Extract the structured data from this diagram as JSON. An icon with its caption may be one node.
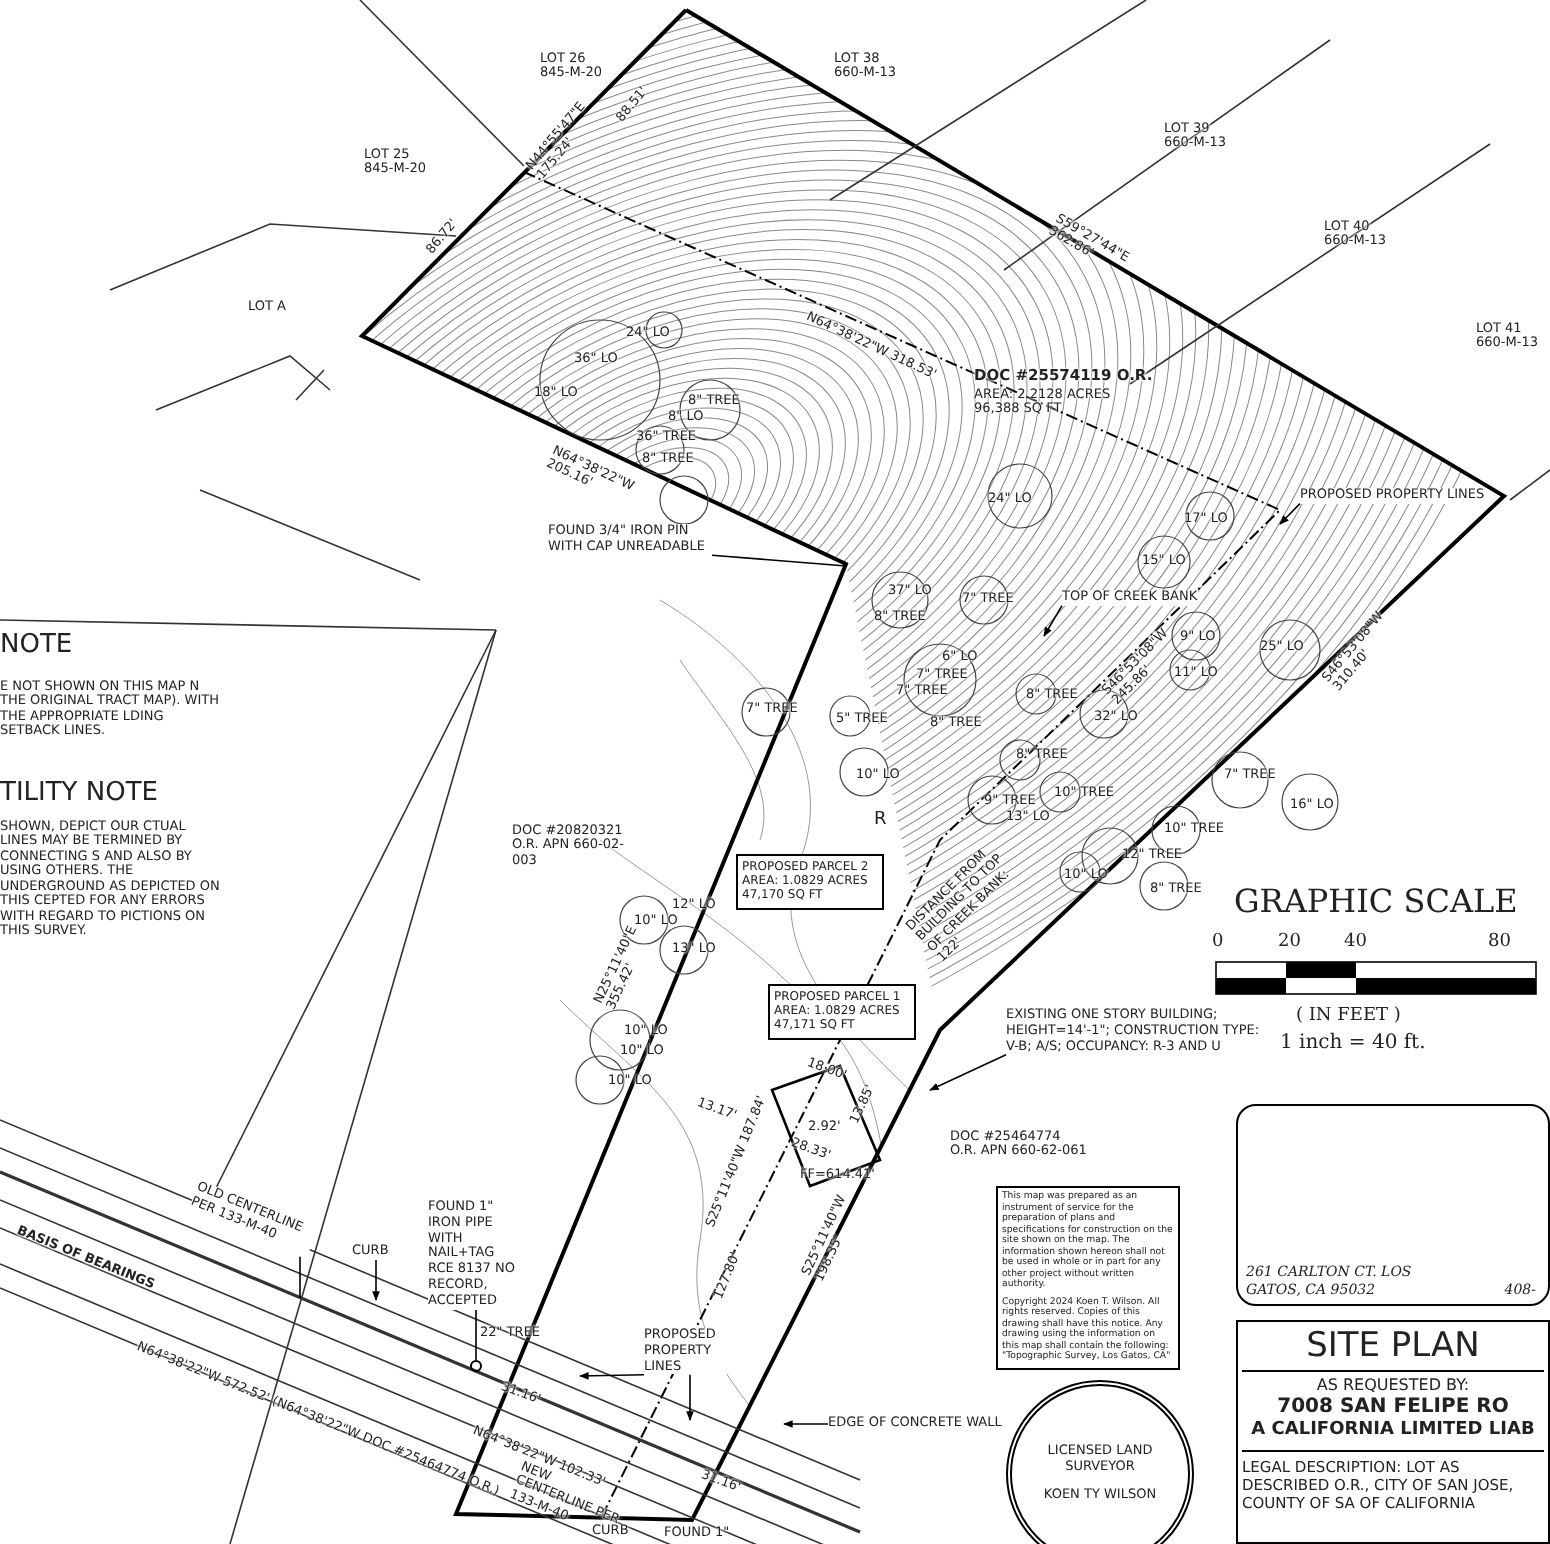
{
  "diagram": {
    "nodes": [
      {
        "text": [
          "FOUND 3/4\" IRON PIN WITH CAP UNREADABLE"
        ]
      },
      {
        "text": [
          "PROPOSED PROPERTY LINES"
        ]
      },
      {
        "text": [
          "TOP OF CREEK BANK"
        ]
      },
      {
        "text": [
          "PROPOSED PARCEL 2 AREA: 1.0829 ACRES 47,170 SQ FT"
        ]
      },
      {
        "text": [
          "PROPOSED PARCEL 1 AREA: 1.0829 ACRES 47,171 SQ FT"
        ]
      },
      {
        "text": [
          "EXISTING ONE STORY BUILDING; HEIGHT=14'-1\"; CONSTRUCTION TYPE: V-B; A/S; OCCUPANCY: R-3 AND U"
        ]
      },
      {
        "text": [
          "This map was prepared as an instrument of service for the preparation of plans and specifications for construction on the site shown on the map. The information shown hereon shall not be used in whole or in part for any other project without written authority.",
          "Copyright 2024 Koen T. Wilson. All rights reserved. Copies of this drawing shall have this notice. Any drawing using the information on this map shall contain the following: \"Topographic Survey, Los Gatos, CA\""
        ]
      },
      {
        "text": [
          "EDGE OF CONCRETE WALL"
        ]
      },
      {
        "text": [
          "OLD CENTERLINE PER 133-M-40"
        ]
      },
      {
        "text": [
          "CURB"
        ]
      },
      {
        "text": [
          "FOUND 1\" IRON PIPE WITH NAIL+TAG RCE 8137 NO RECORD, ACCEPTED"
        ]
      },
      {
        "text": [
          "PROPOSED PROPERTY LINES"
        ]
      },
      {
        "text": [
          "SITE PLAN",
          "AS REQUESTED BY:",
          "7008 SAN FELIPE RO",
          "A CALIFORNIA LIMITED LIAB",
          "LEGAL DESCRIPTION: LOT AS DESCRIBED O.R., CITY OF SAN JOSE, COUNTY OF SA OF CALIFORNIA"
        ]
      },
      {
        "text": [
          "LICENSED LAND SURVEYOR",
          "KOEN TY WILSON"
        ]
      },
      {
        "text": [
          "261 CARLTON CT. LOS GATOS, CA 95032",
          "408-"
        ]
      },
      {
        "text": [],
        "shape": "circle"
      }
    ],
    "edges": [
      {
        "from": 0,
        "to": null,
        "arrow": "none"
      },
      {
        "from": 1,
        "to": null,
        "arrow": "to"
      },
      {
        "from": 2,
        "to": null,
        "arrow": "to"
      },
      {
        "from": 5,
        "to": null,
        "arrow": "to"
      },
      {
        "from": 7,
        "to": null,
        "arrow": "to"
      },
      {
        "from": 8,
        "to": null,
        "arrow": "none"
      },
      {
        "from": 9,
        "to": null,
        "arrow": "to"
      },
      {
        "from": 10,
        "to": 15,
        "arrow": "none"
      },
      {
        "from": 11,
        "to": null,
        "arrow": "to"
      },
      {
        "from": 11,
        "to": null,
        "arrow": "to"
      }
    ],
    "labels": [
      "LOT 26 845-M-20",
      "N44°55'47\"E 175.24'",
      "88.51'",
      "LOT 38 660-M-13",
      "LOT 25 845-M-20",
      "LOT 39 660-M-13",
      "S59°27'44\"E 362.86'",
      "LOT 40 660-M-13",
      "86.72'",
      "LOT 41 660-M-13",
      "LOT A",
      "N64°38'22\"W 318.53'",
      "DOC #25574119 O.R.",
      "AREA: 2.2128 ACRES 96,388 SQ FT",
      "24\" LO",
      "36\" LO",
      "18\" LO",
      "8\" TREE",
      "8\" LO",
      "36\" TREE",
      "8\" TREE",
      "N64°38'22\"W 205.16'",
      "24\" LO",
      "17\" LO",
      "15\" LO",
      "37\" LO",
      "8\" TREE",
      "7\" TREE",
      "S46°53'08\"W 245.86'",
      "9\" LO",
      "25\" LO",
      "11\" LO",
      "S46°53'08\"W 310.40'",
      "6\" LO",
      "7\" TREE",
      "7\" TREE",
      "7\" TREE",
      "5\" TREE",
      "8\" TREE",
      "8\" TREE",
      "32\" LO",
      "10\" LO",
      "8\" TREE",
      "9\" TREE",
      "13\" LO",
      "10\" TREE",
      "7\" TREE",
      "16\" LO",
      "10\" TREE",
      "12\" TREE",
      "10\" LO",
      "8\" TREE",
      "R",
      "NOTE",
      "E NOT SHOWN ON THIS MAP N THE ORIGINAL TRACT MAP). WITH THE APPROPRIATE LDING SETBACK LINES.",
      "TILITY NOTE",
      "SHOWN, DEPICT OUR CTUAL LINES MAY BE TERMINED BY CONNECTING S AND ALSO BY USING OTHERS. THE UNDERGROUND AS DEPICTED ON THIS CEPTED FOR ANY ERRORS WITH REGARD TO PICTIONS ON THIS SURVEY.",
      "DOC #20820321 O.R. APN 660-02-003",
      "N25°11'40\"E 355.42'",
      "10\" LO",
      "12\" LO",
      "13\" LO",
      "10\" LO",
      "10\" LO",
      "10\" LO",
      "13.17'",
      "18.00'",
      "13.85'",
      "2.92'",
      "28.33'",
      "FF=614.41'",
      "DOC #25464774 O.R. APN 660-62-061",
      "S25°11'40\"W 187.84'",
      "127.80'",
      "S25°11'40\"W 198.35'",
      "DISTANCE FROM BUILDING TO TOP OF CREEK BANK: 122'",
      "GRAPHIC SCALE",
      "0",
      "20",
      "40",
      "80",
      "( IN FEET )",
      "1 inch = 40 ft.",
      "BASIS OF BEARINGS",
      "N64°38'22\"W 572.52' (N64°38'22\"W DOC #25464774 O.R.)",
      "22\" TREE",
      "31.16'",
      "31.16'",
      "N64°38'22\"W 102.33'",
      "NEW CENTERLINE PER 133-M-40",
      "CURB",
      "FOUND 1\""
    ]
  }
}
